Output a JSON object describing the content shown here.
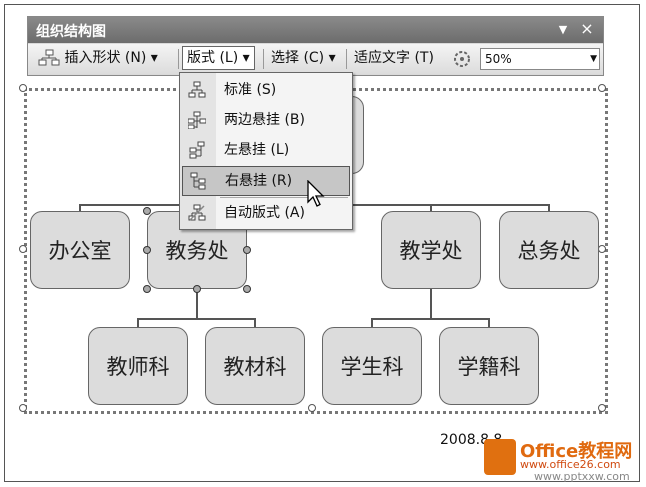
{
  "window": {
    "title": "组织结构图",
    "menu_glyph": "▼",
    "close_glyph": "×"
  },
  "toolbar": {
    "insert_shape": "插入形状 (N) ▾",
    "layout": "版式 (L) ▾",
    "select": "选择 (C) ▾",
    "fit_text": "适应文字 (T)",
    "zoom_value": "50%"
  },
  "layout_menu": {
    "items": [
      {
        "label": "标准 (S)",
        "icon": "standard-layout-icon"
      },
      {
        "label": "两边悬挂 (B)",
        "icon": "both-hanging-icon"
      },
      {
        "label": "左悬挂 (L)",
        "icon": "left-hanging-icon"
      },
      {
        "label": "右悬挂 (R)",
        "icon": "right-hanging-icon",
        "highlighted": true
      },
      {
        "label": "自动版式 (A)",
        "icon": "autolayout-icon"
      }
    ]
  },
  "org_chart": {
    "level2": [
      "办公室",
      "教务处",
      "教学处",
      "总务处"
    ],
    "level3": [
      "教师科",
      "教材科",
      "学生科",
      "学籍科"
    ]
  },
  "footer": {
    "date": "2008.8.8",
    "logo_main": "Office教程网",
    "logo_url": "www.office26.com",
    "logo_url2": "www.pptxxw.com"
  }
}
